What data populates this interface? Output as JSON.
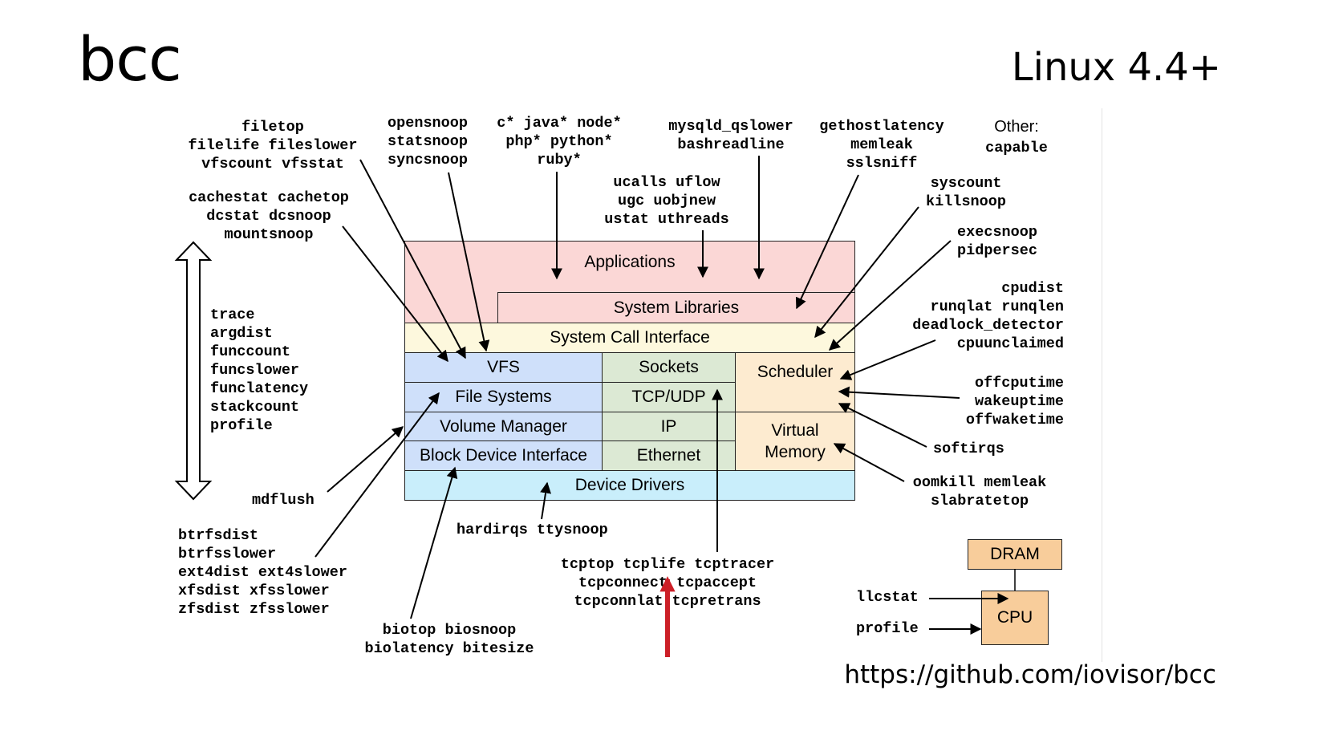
{
  "header": {
    "title": "bcc",
    "subtitle": "Linux 4.4+",
    "url": "https://github.com/iovisor/bcc"
  },
  "colors": {
    "applications": "#fbd7d6",
    "syscall": "#fdf8dd",
    "storage": "#cfe0fa",
    "network": "#dce9d4",
    "cpu_mem": "#fdebd0",
    "drivers": "#c9eefb",
    "hardware": "#f8cd9b",
    "highlight_arrow": "#cc1f27"
  },
  "stack": {
    "applications": "Applications",
    "system_libraries": "System Libraries",
    "system_call_interface": "System Call Interface",
    "vfs": "VFS",
    "file_systems": "File Systems",
    "volume_manager": "Volume Manager",
    "block_device_interface": "Block Device Interface",
    "sockets": "Sockets",
    "tcp_udp": "TCP/UDP",
    "ip": "IP",
    "ethernet": "Ethernet",
    "scheduler": "Scheduler",
    "virtual_memory": "Virtual\nMemory",
    "device_drivers": "Device Drivers"
  },
  "hardware": {
    "dram": "DRAM",
    "cpu": "CPU"
  },
  "tool_groups": {
    "filetop": "filetop\nfilelife fileslower\nvfscount vfsstat",
    "cachestat": "cachestat cachetop\ndcstat dcsnoop\nmountsnoop",
    "opensnoop": "opensnoop\nstatsnoop\nsyncsnoop",
    "languages": "c* java* node*\nphp* python*\nruby*",
    "ucalls": "ucalls uflow\nugc uobjnew\nustat uthreads",
    "mysqld": "mysqld_qslower\nbashreadline",
    "gethostlatency": "gethostlatency\nmemleak\nsslsniff",
    "other_label": "Other:",
    "other_tools": "capable",
    "syscount": "syscount\nkillsnoop",
    "execsnoop": "execsnoop\npidpersec",
    "cpudist": "cpudist\nrunqlat runqlen\ndeadlock_detector\ncpuunclaimed",
    "offcputime": "offcputime\nwakeuptime\noffwaketime",
    "softirqs": "softirqs",
    "oomkill": "oomkill memleak\nslabratetop",
    "trace": "trace\nargdist\nfunccount\nfuncslower\nfunclatency\nstackcount\nprofile",
    "mdflush": "mdflush",
    "fs_dist": "btrfsdist\nbtrfsslower\next4dist ext4slower\nxfsdist xfsslower\nzfsdist zfsslower",
    "hardirqs": "hardirqs ttysnoop",
    "biotop": "biotop biosnoop\nbiolatency bitesize",
    "tcp": "tcptop tcplife tcptracer\ntcpconnect tcpaccept\ntcpconnlat tcpretrans",
    "llcstat": "llcstat",
    "profile_cpu": "profile"
  }
}
